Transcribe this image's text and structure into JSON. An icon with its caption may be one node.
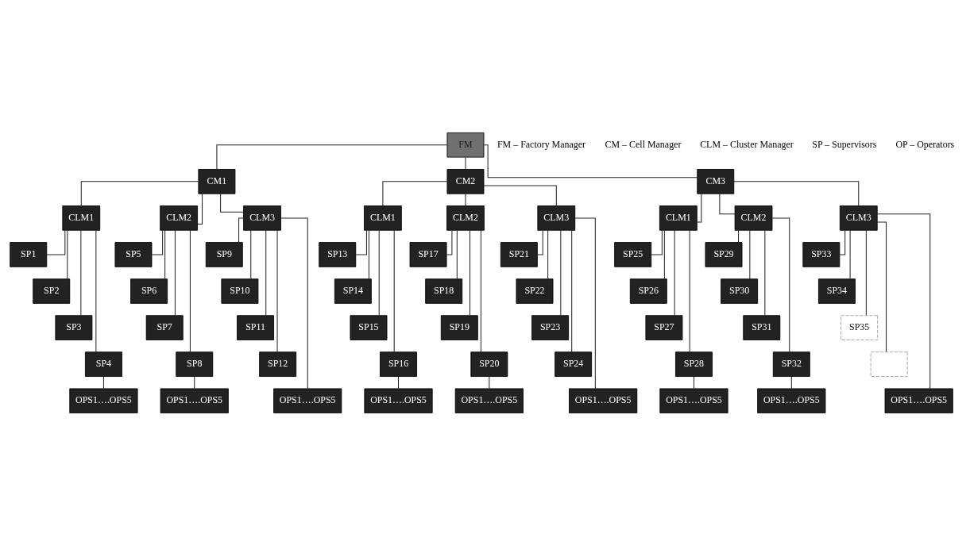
{
  "diagram": {
    "nodes": [
      {
        "text": [
          "FM"
        ]
      },
      {
        "text": [
          "CM1"
        ]
      },
      {
        "text": [
          "CM2"
        ]
      },
      {
        "text": [
          "CM3"
        ]
      },
      {
        "text": [
          "CLM1"
        ]
      },
      {
        "text": [
          "CLM2"
        ]
      },
      {
        "text": [
          "CLM3"
        ]
      },
      {
        "text": [
          "CLM1"
        ]
      },
      {
        "text": [
          "CLM2"
        ]
      },
      {
        "text": [
          "CLM3"
        ]
      },
      {
        "text": [
          "CLM1"
        ]
      },
      {
        "text": [
          "CLM2"
        ]
      },
      {
        "text": [
          "CLM3"
        ]
      },
      {
        "text": [
          "SP1"
        ]
      },
      {
        "text": [
          "SP2"
        ]
      },
      {
        "text": [
          "SP3"
        ]
      },
      {
        "text": [
          "SP4"
        ]
      },
      {
        "text": [
          "SP5"
        ]
      },
      {
        "text": [
          "SP6"
        ]
      },
      {
        "text": [
          "SP7"
        ]
      },
      {
        "text": [
          "SP8"
        ]
      },
      {
        "text": [
          "SP9"
        ]
      },
      {
        "text": [
          "SP10"
        ]
      },
      {
        "text": [
          "SP11"
        ]
      },
      {
        "text": [
          "SP12"
        ]
      },
      {
        "text": [
          "SP13"
        ]
      },
      {
        "text": [
          "SP14"
        ]
      },
      {
        "text": [
          "SP15"
        ]
      },
      {
        "text": [
          "SP16"
        ]
      },
      {
        "text": [
          "SP17"
        ]
      },
      {
        "text": [
          "SP18"
        ]
      },
      {
        "text": [
          "SP19"
        ]
      },
      {
        "text": [
          "SP20"
        ]
      },
      {
        "text": [
          "SP21"
        ]
      },
      {
        "text": [
          "SP22"
        ]
      },
      {
        "text": [
          "SP23"
        ]
      },
      {
        "text": [
          "SP24"
        ]
      },
      {
        "text": [
          "SP25"
        ]
      },
      {
        "text": [
          "SP26"
        ]
      },
      {
        "text": [
          "SP27"
        ]
      },
      {
        "text": [
          "SP28"
        ]
      },
      {
        "text": [
          "SP29"
        ]
      },
      {
        "text": [
          "SP30"
        ]
      },
      {
        "text": [
          "SP31"
        ]
      },
      {
        "text": [
          "SP32"
        ]
      },
      {
        "text": [
          "SP33"
        ]
      },
      {
        "text": [
          "SP34"
        ]
      },
      {
        "text": [
          "SP35"
        ]
      },
      {
        "text": [],
        "shape": "box"
      },
      {
        "text": [
          "OPS1….OPS5"
        ]
      },
      {
        "text": [
          "OPS1….OPS5"
        ]
      },
      {
        "text": [
          "OPS1….OPS5"
        ]
      },
      {
        "text": [
          "OPS1….OPS5"
        ]
      },
      {
        "text": [
          "OPS1….OPS5"
        ]
      },
      {
        "text": [
          "OPS1….OPS5"
        ]
      },
      {
        "text": [
          "OPS1….OPS5"
        ]
      },
      {
        "text": [
          "OPS1….OPS5"
        ]
      },
      {
        "text": [
          "OPS1….OPS5"
        ]
      }
    ],
    "edges": [
      {
        "from": 0,
        "to": 1,
        "arrow": "none"
      },
      {
        "from": 0,
        "to": 2,
        "arrow": "none"
      },
      {
        "from": 0,
        "to": 3,
        "arrow": "none"
      },
      {
        "from": 1,
        "to": 4,
        "arrow": "none"
      },
      {
        "from": 1,
        "to": 5,
        "arrow": "none"
      },
      {
        "from": 1,
        "to": 6,
        "arrow": "none"
      },
      {
        "from": 2,
        "to": 7,
        "arrow": "none"
      },
      {
        "from": 2,
        "to": 8,
        "arrow": "none"
      },
      {
        "from": 2,
        "to": 9,
        "arrow": "none"
      },
      {
        "from": 3,
        "to": 10,
        "arrow": "none"
      },
      {
        "from": 3,
        "to": 11,
        "arrow": "none"
      },
      {
        "from": 3,
        "to": 12,
        "arrow": "none"
      },
      {
        "from": 4,
        "to": 13,
        "arrow": "none"
      },
      {
        "from": 4,
        "to": 14,
        "arrow": "none"
      },
      {
        "from": 4,
        "to": 15,
        "arrow": "none"
      },
      {
        "from": 4,
        "to": 16,
        "arrow": "none"
      },
      {
        "from": 5,
        "to": 17,
        "arrow": "none"
      },
      {
        "from": 5,
        "to": 18,
        "arrow": "none"
      },
      {
        "from": 5,
        "to": 19,
        "arrow": "none"
      },
      {
        "from": 5,
        "to": 20,
        "arrow": "none"
      },
      {
        "from": 6,
        "to": 21,
        "arrow": "none"
      },
      {
        "from": 6,
        "to": 22,
        "arrow": "none"
      },
      {
        "from": 6,
        "to": 23,
        "arrow": "none"
      },
      {
        "from": 6,
        "to": 24,
        "arrow": "none"
      },
      {
        "from": 7,
        "to": 25,
        "arrow": "none"
      },
      {
        "from": 7,
        "to": 26,
        "arrow": "none"
      },
      {
        "from": 7,
        "to": 27,
        "arrow": "none"
      },
      {
        "from": 7,
        "to": 28,
        "arrow": "none"
      },
      {
        "from": 8,
        "to": 29,
        "arrow": "none"
      },
      {
        "from": 8,
        "to": 30,
        "arrow": "none"
      },
      {
        "from": 8,
        "to": 31,
        "arrow": "none"
      },
      {
        "from": 8,
        "to": 32,
        "arrow": "none"
      },
      {
        "from": 9,
        "to": 33,
        "arrow": "none"
      },
      {
        "from": 9,
        "to": 34,
        "arrow": "none"
      },
      {
        "from": 9,
        "to": 35,
        "arrow": "none"
      },
      {
        "from": 9,
        "to": 36,
        "arrow": "none"
      },
      {
        "from": 10,
        "to": 37,
        "arrow": "none"
      },
      {
        "from": 10,
        "to": 38,
        "arrow": "none"
      },
      {
        "from": 10,
        "to": 39,
        "arrow": "none"
      },
      {
        "from": 10,
        "to": 40,
        "arrow": "none"
      },
      {
        "from": 11,
        "to": 41,
        "arrow": "none"
      },
      {
        "from": 11,
        "to": 42,
        "arrow": "none"
      },
      {
        "from": 11,
        "to": 43,
        "arrow": "none"
      },
      {
        "from": 11,
        "to": 44,
        "arrow": "none"
      },
      {
        "from": 12,
        "to": 45,
        "arrow": "none"
      },
      {
        "from": 12,
        "to": 46,
        "arrow": "none"
      },
      {
        "from": 12,
        "to": 47,
        "arrow": "none"
      },
      {
        "from": 12,
        "to": 48,
        "arrow": "none"
      },
      {
        "from": 16,
        "to": 49,
        "arrow": "none"
      },
      {
        "from": 20,
        "to": 50,
        "arrow": "none"
      },
      {
        "from": 6,
        "to": 51,
        "arrow": "none"
      },
      {
        "from": 28,
        "to": 52,
        "arrow": "none"
      },
      {
        "from": 32,
        "to": 53,
        "arrow": "none"
      },
      {
        "from": 9,
        "to": 54,
        "arrow": "none"
      },
      {
        "from": 40,
        "to": 55,
        "arrow": "none"
      },
      {
        "from": 44,
        "to": 56,
        "arrow": "none"
      },
      {
        "from": 12,
        "to": 57,
        "arrow": "none"
      }
    ],
    "labels": [
      "FM – Factory Manager",
      "CM – Cell Manager",
      "CLM – Cluster Manager",
      "SP – Supervisors",
      "OP – Operators"
    ]
  }
}
